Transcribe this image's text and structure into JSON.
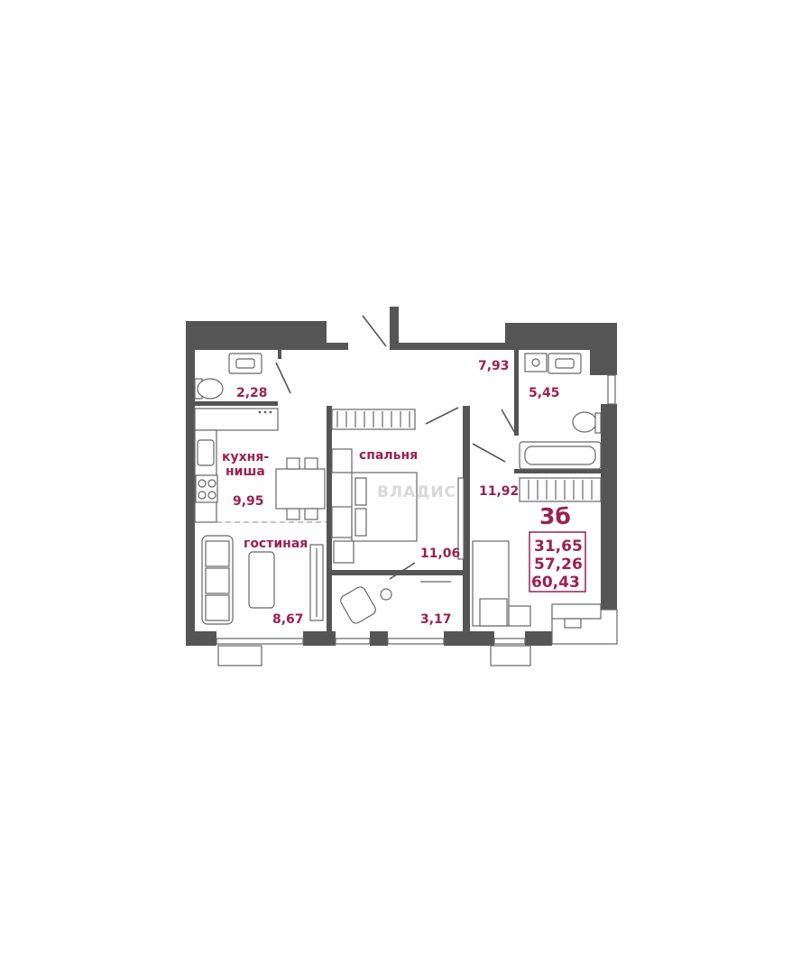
{
  "rooms": {
    "bath1_area": "2,28",
    "hall_area": "7,93",
    "bath2_area": "5,45",
    "kitchen_label": "кухня-\nниша",
    "kitchen_label_line1": "кухня-",
    "kitchen_label_line2": "ниша",
    "kitchen_area": "9,95",
    "bedroom_label": "спальня",
    "bedroom_area": "11,06",
    "living_label": "гостиная",
    "living_area": "8,67",
    "wardrobe_area": "3,17",
    "room3_area": "11,92"
  },
  "apartment": {
    "number": "3б",
    "living_area": "31,65",
    "area_without_balcony": "57,26",
    "total_area": "60,43"
  },
  "watermark": "ВЛАДИС",
  "colors": {
    "accent": "#9b2050",
    "wall": "#555555",
    "furniture_stroke": "#666666"
  }
}
